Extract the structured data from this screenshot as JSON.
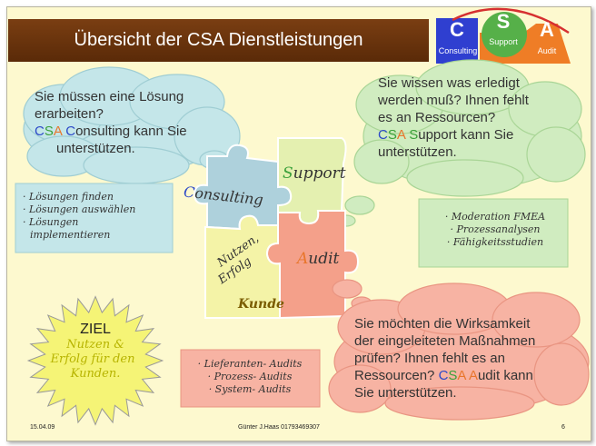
{
  "slide": {
    "title": "Übersicht der CSA Dienstleistungen",
    "logo": {
      "c_letter": "C",
      "c_word": "Consulting",
      "s_letter": "S",
      "s_word": "Support",
      "a_letter": "A",
      "a_word": "Audit"
    },
    "clouds": {
      "consulting": {
        "line1": "Sie müssen eine Lösung",
        "line2": "erarbeiten?",
        "line3_c": "C",
        "line3_s": "S",
        "line3_a": "A",
        "line3_c2": "C",
        "line3_rest": "onsulting kann Sie",
        "line4": "unterstützen."
      },
      "support": {
        "line1": "Sie wissen was erledigt",
        "line2": "werden muß? Ihnen fehlt",
        "line3": "es an Ressourcen?",
        "line4_c": "C",
        "line4_s": "S",
        "line4_a": "A",
        "line4_s2": "S",
        "line4_rest": "upport kann Sie",
        "line5": "unterstützen."
      },
      "audit": {
        "line1": "Sie möchten die Wirksamkeit",
        "line2": "der eingeleiteten Maßnahmen",
        "line3": "prüfen? Ihnen fehlt es an",
        "line4_start": "Ressourcen? ",
        "line4_c": "C",
        "line4_s": "S",
        "line4_a": "A",
        "line4_a2": "A",
        "line4_rest": "udit kann",
        "line5": "Sie unterstützen."
      }
    },
    "consulting_list": [
      "· Lösungen finden",
      "· Lösungen auswählen",
      "· Lösungen",
      "implementieren"
    ],
    "support_list": [
      "· Moderation FMEA",
      "· Prozessanalysen",
      "· Fähigkeitsstudien"
    ],
    "audit_list": [
      "· Lieferanten- Audits",
      "· Prozess- Audits",
      "· System- Audits"
    ],
    "puzzle": {
      "consulting_first": "C",
      "consulting_rest": "onsulting",
      "support_first": "S",
      "support_rest": "upport",
      "audit_first": "A",
      "audit_rest": "udit",
      "nutzen": "Nutzen,",
      "erfolg": "Erfolg",
      "kunde": "Kunde"
    },
    "goal": {
      "label": "ZIEL",
      "line1": "Nutzen &",
      "line2": "Erfolg für den",
      "line3": "Kunden."
    },
    "footer": {
      "date": "15.04.09",
      "author": "Günter J.Haas  01793469307",
      "page": "6"
    },
    "colors": {
      "slide_bg": "#fdf9cf",
      "title_bar": "#6b3410",
      "logo_blue": "#2f3fd0",
      "logo_green": "#56b049",
      "logo_orange": "#ef7d26",
      "cloud_blue": "#c4e6e9",
      "cloud_green": "#d0ecc0",
      "cloud_salmon": "#f7b3a3",
      "puzzle_consulting": "#aed1dc",
      "puzzle_support": "#e4f0b0",
      "puzzle_audit": "#f4a08a",
      "puzzle_kunde": "#f4f3a7",
      "star": "#f5f476"
    }
  }
}
